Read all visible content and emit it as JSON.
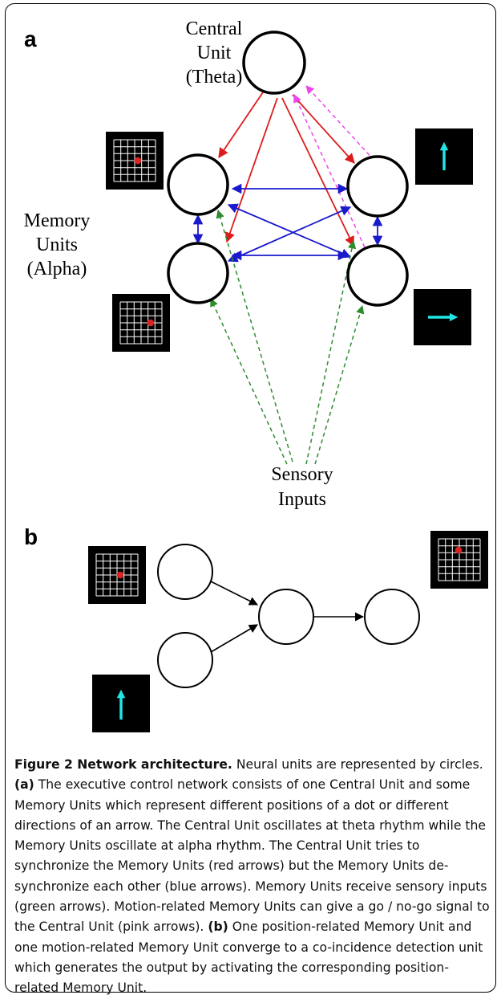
{
  "panel_a": {
    "letter": "a",
    "central_label": [
      "Central",
      "Unit",
      "(Theta)"
    ],
    "memory_label": [
      "Memory",
      "Units",
      "(Alpha)"
    ],
    "sensory_label": [
      "Sensory",
      "Inputs"
    ]
  },
  "panel_b": {
    "letter": "b"
  },
  "colors": {
    "red_arrow": "#dd1c1c",
    "blue_arrow": "#1a1acc",
    "green_arrow": "#2e8b2e",
    "pink_arrow": "#ee44ee",
    "cyan_arrow": "#22e5e5",
    "dot": "#dd2222"
  },
  "caption": {
    "title": "Figure 2 Network architecture.",
    "s1": " Neural units are represented by circles. ",
    "a_tag": "(a)",
    "s2": " The executive control network consists of one Central Unit and some Memory Units which represent different positions of a dot or different directions of an arrow. The Central Unit oscillates at theta rhythm while the Memory Units oscillate at alpha rhythm. The Central Unit tries to synchronize the Memory Units (red arrows) but the Memory Units de-synchronize each other (blue arrows). Memory Units receive sensory inputs (green arrows). Motion-related Memory Units can give a go / no-go signal to the Central Unit (pink arrows). ",
    "b_tag": "(b)",
    "s3": " One position-related Memory Unit and one motion-related Memory Unit converge to a co-incidence detection unit which generates the output by activating the corresponding position-related Memory Unit."
  }
}
